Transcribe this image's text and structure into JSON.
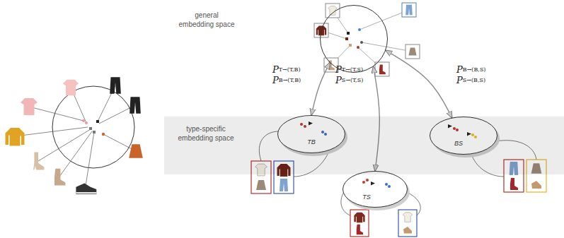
{
  "diagram": {
    "nodes": [
      {
        "text": [
          "general embedding space"
        ]
      },
      {
        "text": [
          "type-specific embedding space"
        ]
      },
      {
        "text": [
          "TB"
        ],
        "in": 1
      },
      {
        "text": [
          "TS"
        ],
        "in": 1
      },
      {
        "text": [
          "BS"
        ],
        "in": 1
      }
    ],
    "edges": [
      {
        "from": 0,
        "to": 2,
        "arrow": "both"
      },
      {
        "from": 0,
        "to": 3,
        "arrow": "both"
      },
      {
        "from": 0,
        "to": 4,
        "arrow": "both"
      }
    ],
    "labels": [
      "PT→(T,B)",
      "PB→(T,B)",
      "PT→(T,S)",
      "PS→(T,S)",
      "PB→(B,S)",
      "PS→(B,S)"
    ]
  }
}
